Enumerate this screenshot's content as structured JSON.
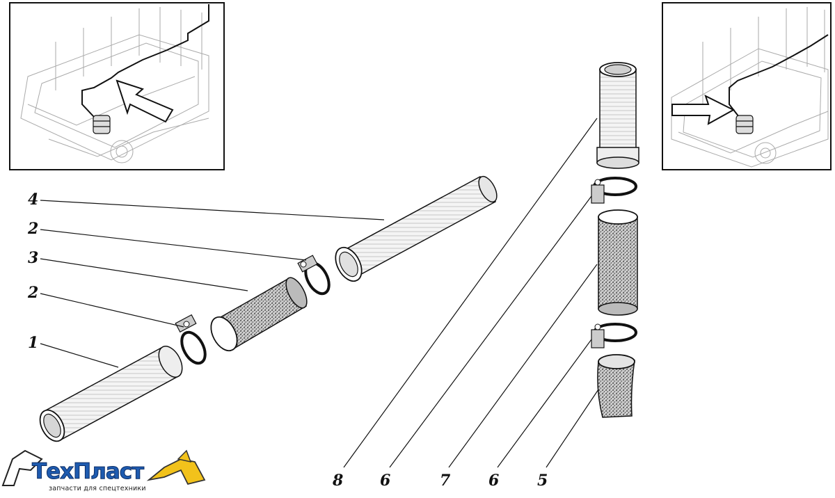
{
  "diagram": {
    "callouts": {
      "left": [
        "4",
        "2",
        "3",
        "2",
        "1"
      ],
      "bottom": [
        "8",
        "6",
        "7",
        "6",
        "5"
      ]
    }
  },
  "logo": {
    "name": "ТехПласт",
    "tagline": "запчасти для спецтехники",
    "colors": {
      "text": "#1e5bb0",
      "outline": "#0d2e66",
      "machine": "#f2c21b"
    }
  }
}
